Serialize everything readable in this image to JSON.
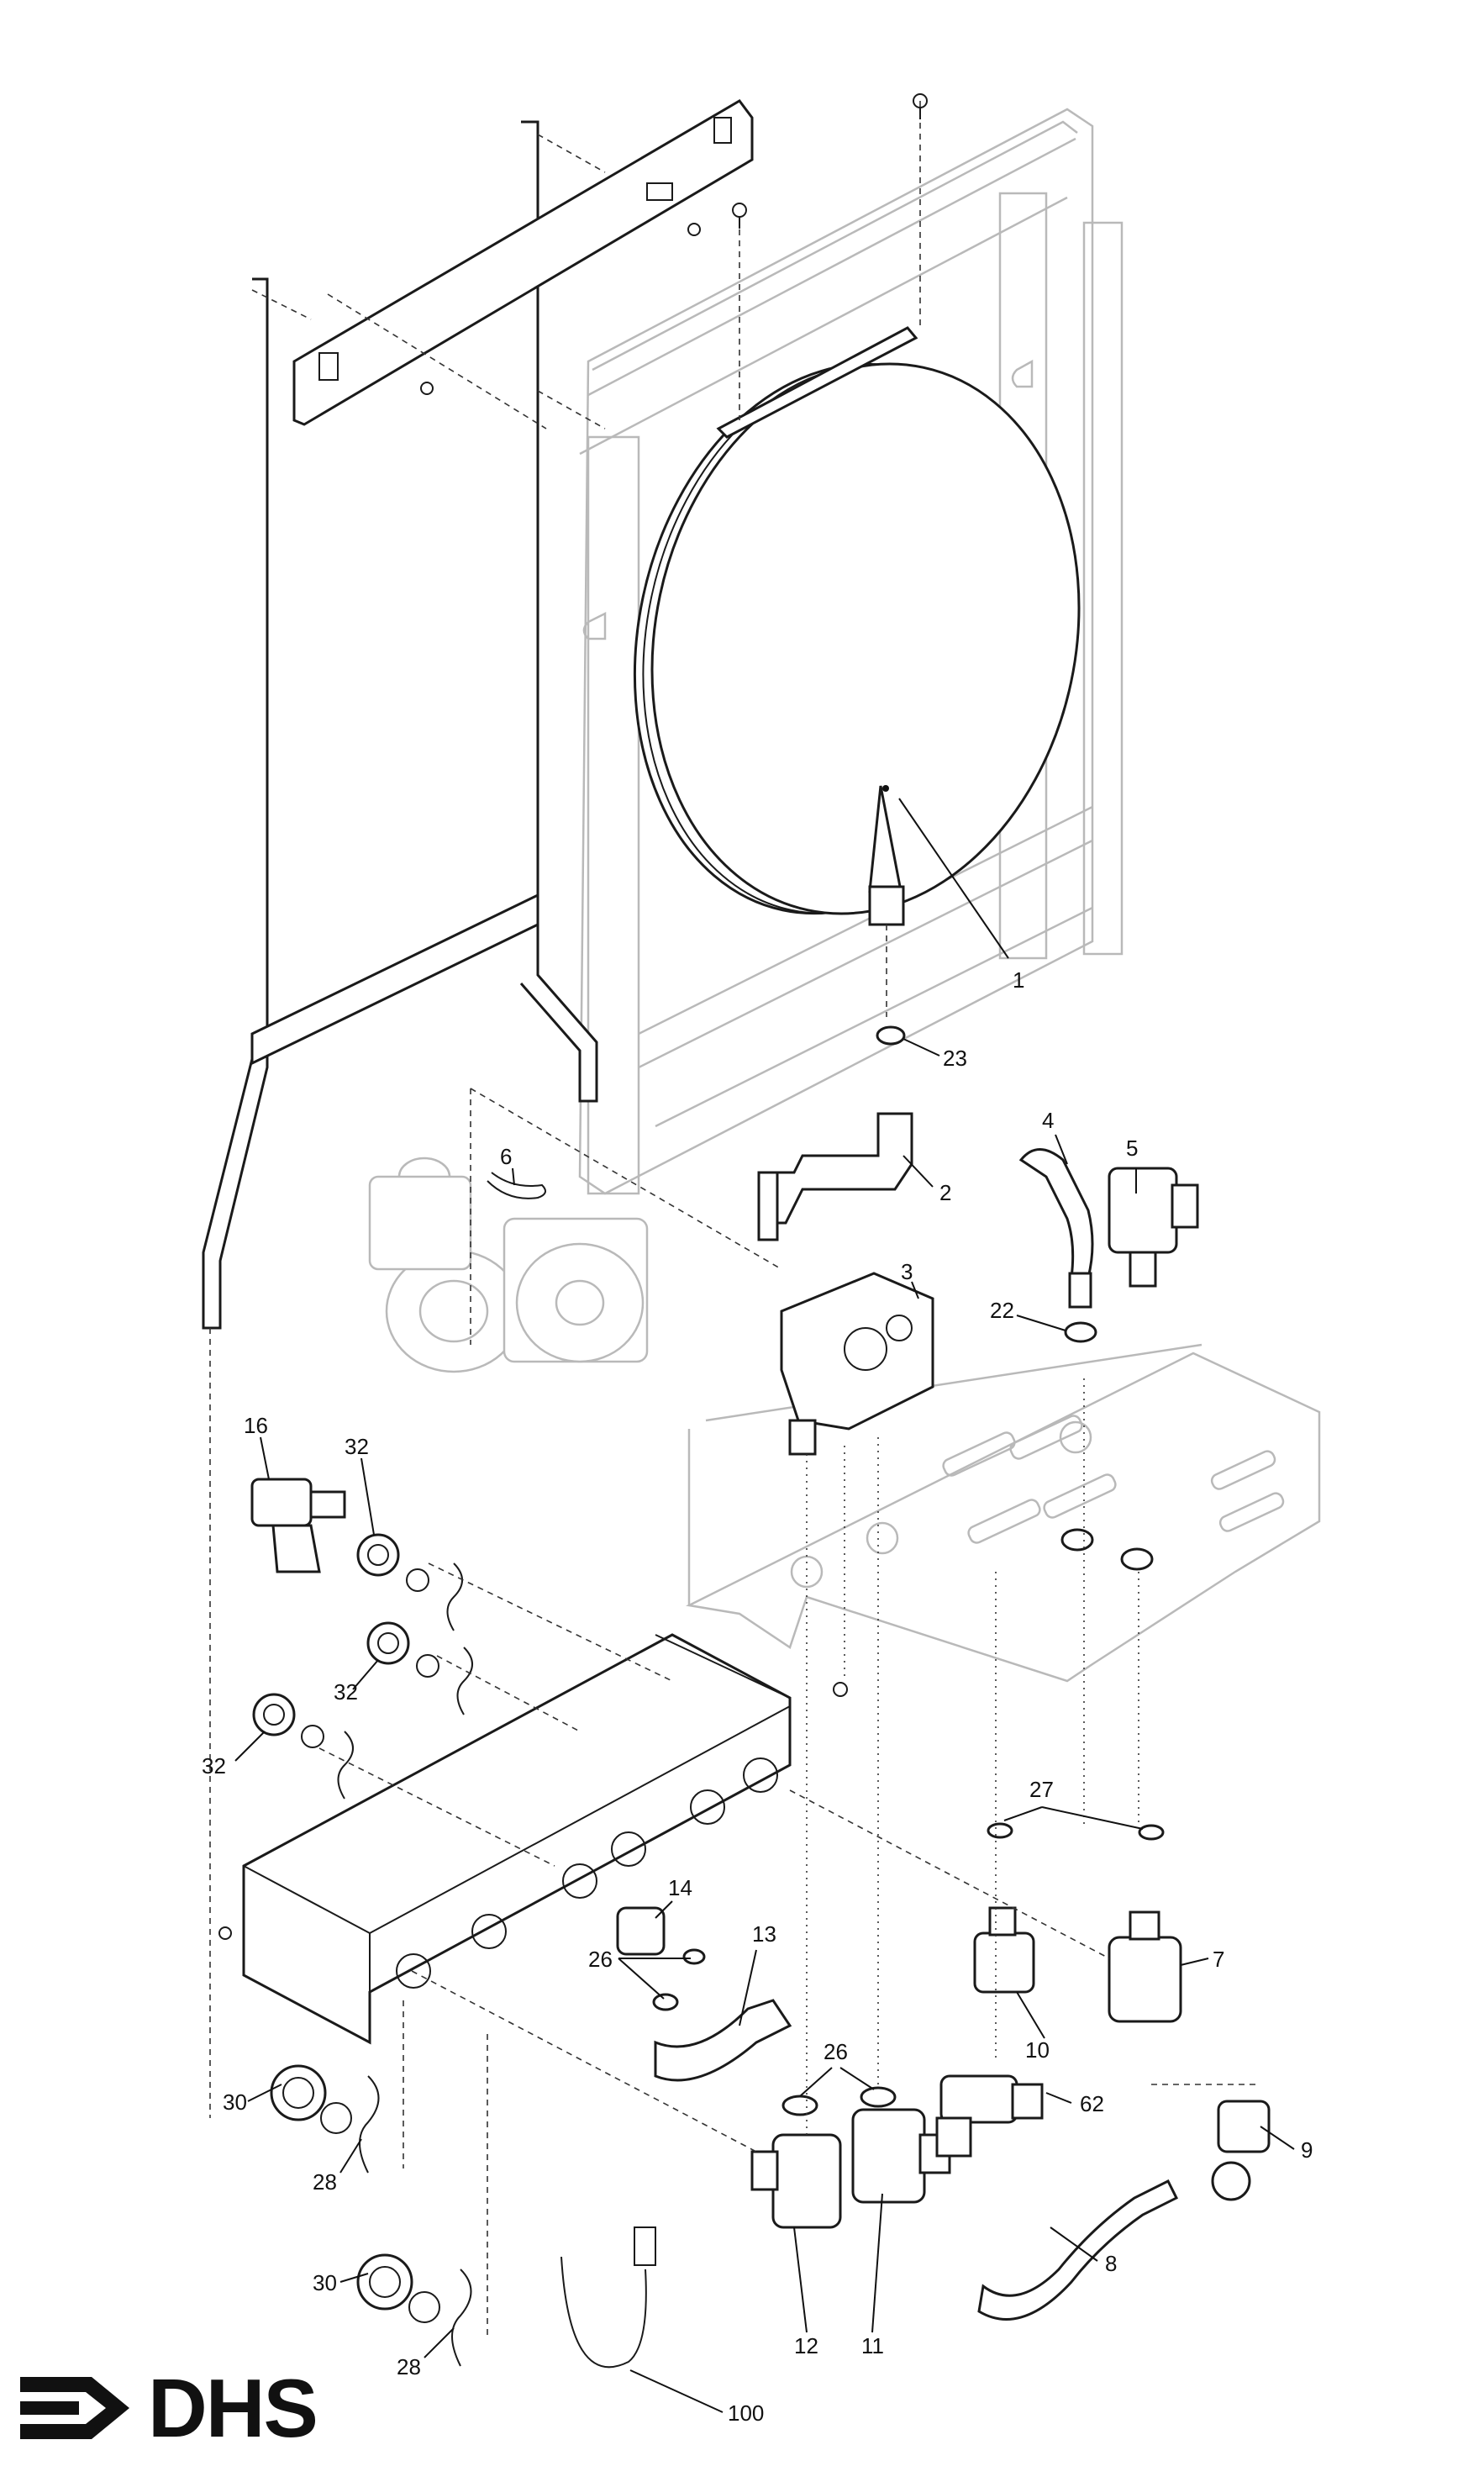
{
  "brand": {
    "name": "DHS",
    "mark": "arrow-logo-icon"
  },
  "callouts": [
    {
      "id": "1",
      "label": "1"
    },
    {
      "id": "2",
      "label": "2"
    },
    {
      "id": "3",
      "label": "3"
    },
    {
      "id": "4",
      "label": "4"
    },
    {
      "id": "5",
      "label": "5"
    },
    {
      "id": "6",
      "label": "6"
    },
    {
      "id": "7",
      "label": "7"
    },
    {
      "id": "8",
      "label": "8"
    },
    {
      "id": "9",
      "label": "9"
    },
    {
      "id": "10",
      "label": "10"
    },
    {
      "id": "11",
      "label": "11"
    },
    {
      "id": "12",
      "label": "12"
    },
    {
      "id": "13",
      "label": "13"
    },
    {
      "id": "14",
      "label": "14"
    },
    {
      "id": "16",
      "label": "16"
    },
    {
      "id": "22",
      "label": "22"
    },
    {
      "id": "23",
      "label": "23"
    },
    {
      "id": "26a",
      "label": "26"
    },
    {
      "id": "26b",
      "label": "26"
    },
    {
      "id": "27",
      "label": "27"
    },
    {
      "id": "28a",
      "label": "28"
    },
    {
      "id": "28b",
      "label": "28"
    },
    {
      "id": "30a",
      "label": "30"
    },
    {
      "id": "30b",
      "label": "30"
    },
    {
      "id": "32a",
      "label": "32"
    },
    {
      "id": "32b",
      "label": "32"
    },
    {
      "id": "32c",
      "label": "32"
    },
    {
      "id": "62",
      "label": "62"
    },
    {
      "id": "100",
      "label": "100"
    }
  ],
  "colors": {
    "ink": "#1a1a1a",
    "ghost": "#b9b9b9",
    "background": "#ffffff"
  }
}
